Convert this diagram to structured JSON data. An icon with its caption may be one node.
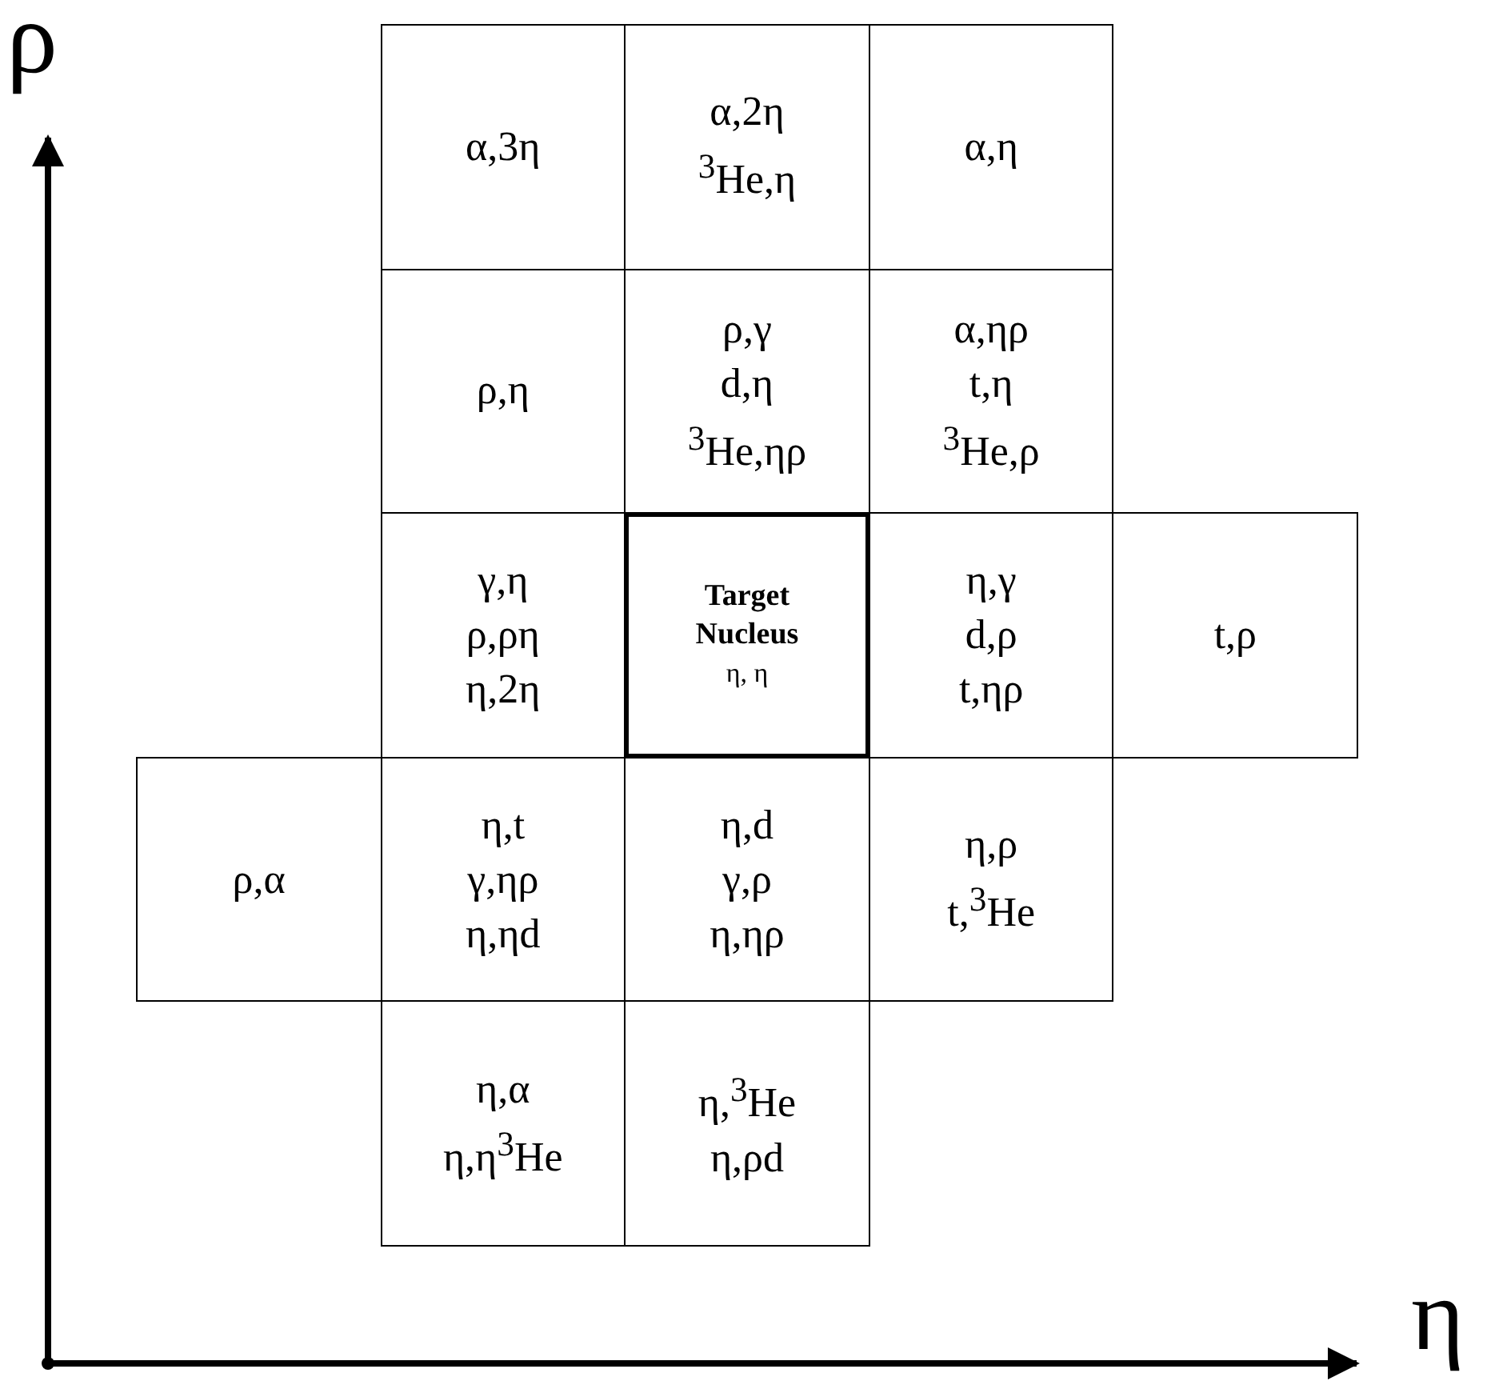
{
  "diagram": {
    "nodes": [
      {
        "text": [
          "α,3η"
        ]
      },
      {
        "text": [
          "α,2η",
          "$^{3}$He,η"
        ]
      },
      {
        "text": [
          "α,η"
        ]
      },
      {
        "text": [
          "ρ,η"
        ]
      },
      {
        "text": [
          "ρ,γ",
          "d,η",
          "$^{3}$He,ηρ"
        ]
      },
      {
        "text": [
          "α,ηρ",
          "t,η",
          "$^{3}$He,ρ"
        ]
      },
      {
        "text": [
          "γ,η",
          "ρ,ρη",
          "η,2η"
        ]
      },
      {
        "text": [
          "Target Nucleus",
          "η, η"
        ]
      },
      {
        "text": [
          "η,γ",
          "d,ρ",
          "t,ηρ"
        ]
      },
      {
        "text": [
          "t,ρ"
        ]
      },
      {
        "text": [
          "ρ,α"
        ]
      },
      {
        "text": [
          "η,t",
          "γ,ηρ",
          "η,ηd"
        ]
      },
      {
        "text": [
          "η,d",
          "γ,ρ",
          "η,ηρ"
        ]
      },
      {
        "text": [
          "η,ρ",
          "t,$^{3}$He"
        ]
      },
      {
        "text": [
          "η,α",
          "η,η$^{3}$He"
        ]
      },
      {
        "text": [
          "η,$^{3}$He",
          "η,ρd"
        ]
      }
    ],
    "labels": [
      "ρ",
      "η"
    ]
  }
}
